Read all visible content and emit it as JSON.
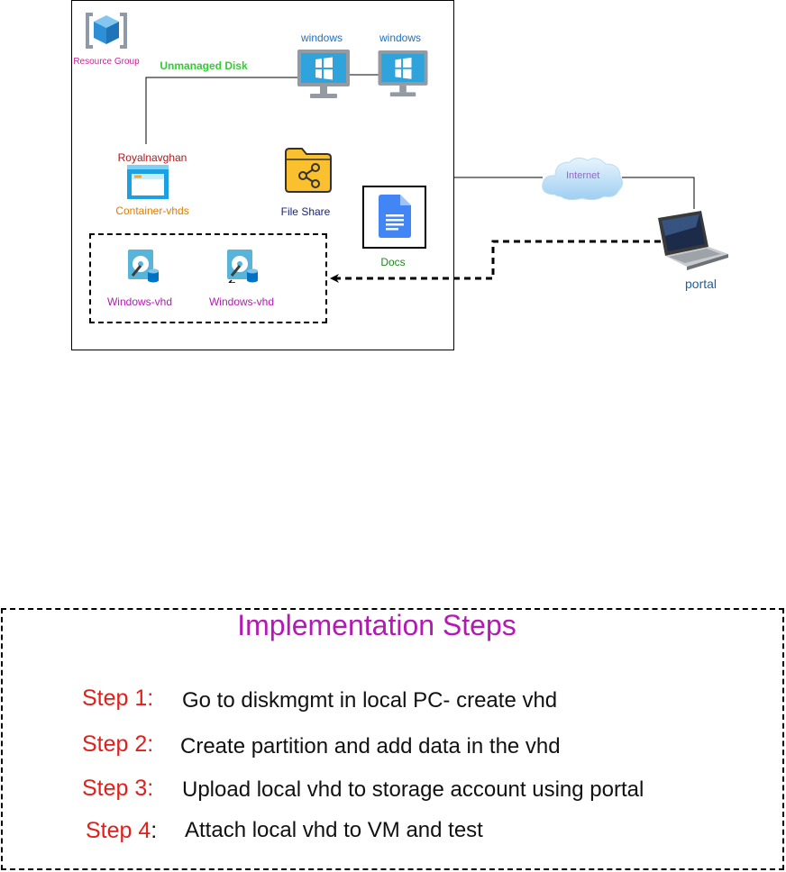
{
  "resource_group": {
    "label": "Resource Group"
  },
  "unmanaged_disk": {
    "label": "Unmanaged Disk"
  },
  "vm1": {
    "label": "windows"
  },
  "vm2": {
    "label": "windows"
  },
  "storage": {
    "account_label": "Royalnavghan",
    "container_label": "Container-vhds"
  },
  "file_share": {
    "label": "File Share"
  },
  "docs": {
    "label": "Docs"
  },
  "vhds": [
    {
      "label": "Windows-vhd"
    },
    {
      "label": "Windows-vhd"
    }
  ],
  "internet": {
    "label": "Internet"
  },
  "portal": {
    "label": "portal"
  },
  "steps": {
    "title": "Implementation Steps",
    "items": [
      {
        "key": "Step 1:",
        "text": "Go to diskmgmt in local PC- create vhd"
      },
      {
        "key": "Step 2:",
        "text": "Create partition and add data in the vhd"
      },
      {
        "key": "Step 3:",
        "text": "Upload local vhd to storage account using portal"
      },
      {
        "key": "Step 4",
        "sep": ":",
        "text": "Attach local vhd to VM and test"
      }
    ]
  },
  "colors": {
    "resource_group": "#cc1f9b",
    "unmanaged_disk": "#33cc33",
    "windows": "#1f6fbf",
    "account": "#b01818",
    "container": "#e07b00",
    "file_share": "#1a237e",
    "docs": "#1a8a1a",
    "vhd": "#b31ab3",
    "internet": "#9966cc",
    "portal": "#1f5fa0",
    "step_key": "#e0201a",
    "title": "#b31ab3"
  }
}
